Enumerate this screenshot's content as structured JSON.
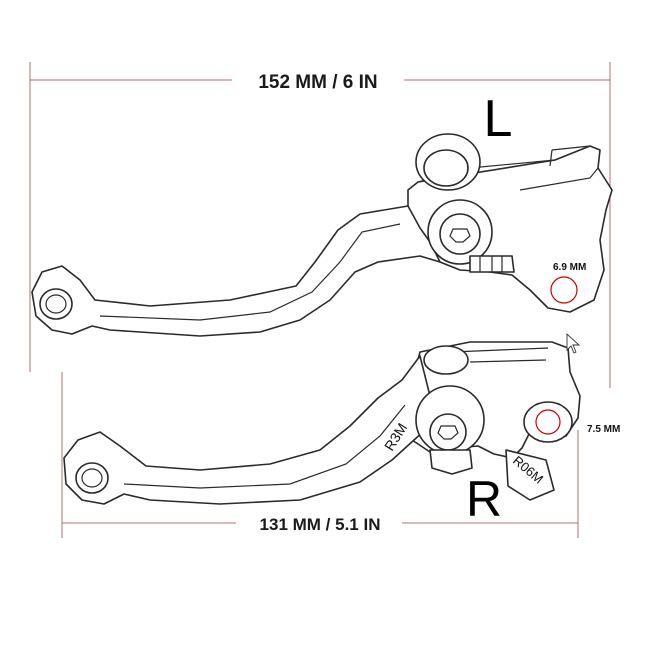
{
  "dimensions": {
    "top_length": "152 MM / 6 IN",
    "bottom_length": "131 MM / 5.1 IN",
    "left_hole": "6.9 MM",
    "right_hole": "7.5 MM"
  },
  "side_labels": {
    "left": "L",
    "right": "R"
  },
  "part_markings": {
    "right_lever": "R3M",
    "right_perch": "R06M"
  },
  "colors": {
    "dimension_line": "#b07070",
    "hole_highlight": "#cc0000",
    "outline": "#2a2a2a"
  },
  "icons": [
    "mouse-cursor-icon"
  ]
}
